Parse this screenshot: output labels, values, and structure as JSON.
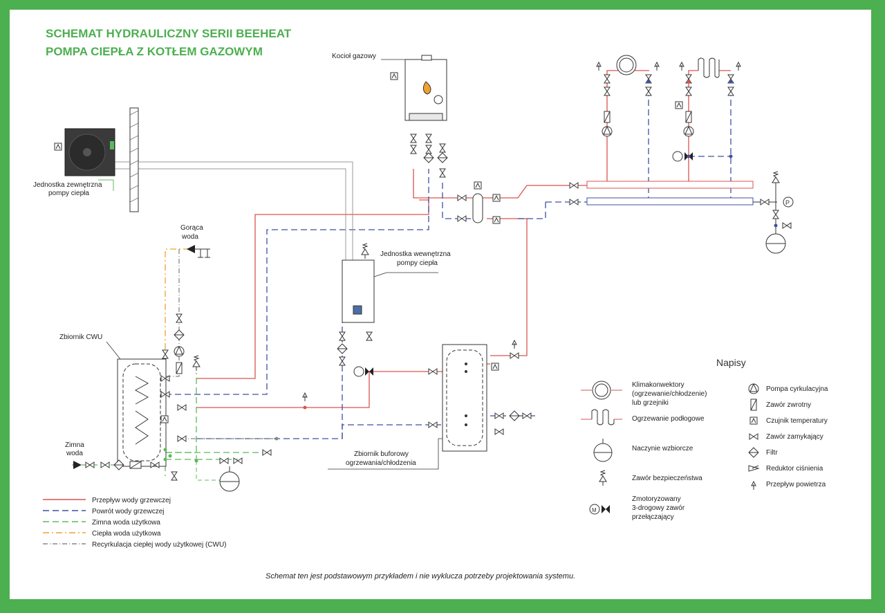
{
  "title": {
    "line1": "SCHEMAT HYDRAULICZNY SERII BEEHEAT",
    "line2": "POMPA CIEPŁA Z KOTŁEM GAZOWYM"
  },
  "colors": {
    "frame": "#4caf50",
    "title": "#4caf50",
    "heating_supply": "#d9534f",
    "heating_return": "#3f4fa0",
    "cold_water": "#5cb85c",
    "hot_water": "#f0a030",
    "recirculation": "#888888"
  },
  "labels": {
    "gas_boiler": "Kocioł gazowy",
    "outdoor_unit_1": "Jednostka zewnętrzna",
    "outdoor_unit_2": "pompy ciepła",
    "hot_water_1": "Gorąca",
    "hot_water_2": "woda",
    "indoor_unit_1": "Jednostka wewnętrzna",
    "indoor_unit_2": "pompy ciepła",
    "dhw_tank": "Zbiornik CWU",
    "cold_water_1": "Zimna",
    "cold_water_2": "woda",
    "buffer_tank_1": "Zbiornik buforowy",
    "buffer_tank_2": "ogrzewania/chłodzenia"
  },
  "line_legend": [
    {
      "label": "Przepływ wody grzewczej",
      "color": "#d9534f",
      "dash": ""
    },
    {
      "label": "Powrót wody grzewczej",
      "color": "#3f4fa0",
      "dash": "9 5"
    },
    {
      "label": "Zimna woda użytkowa",
      "color": "#5cb85c",
      "dash": "9 5"
    },
    {
      "label": "Ciepła woda użytkowa",
      "color": "#f0a030",
      "dash": "9 4 2 4"
    },
    {
      "label": "Recyrkulacja ciepłej wody użytkowej (CWU)",
      "color": "#888888",
      "dash": "7 3 1 3"
    }
  ],
  "symbol_legend": {
    "header": "Napisy",
    "left": [
      {
        "lines": [
          "Klimakonwektory",
          "(ogrzewanie/chłodzenie)",
          "lub grzejniki"
        ],
        "icon": "fan-coil-icon"
      },
      {
        "lines": [
          "Ogrzewanie podłogowe"
        ],
        "icon": "floor-heating-icon"
      },
      {
        "lines": [
          "Naczynie wzbiorcze"
        ],
        "icon": "expansion-vessel-icon"
      },
      {
        "lines": [
          "Zawór bezpieczeństwa"
        ],
        "icon": "safety-valve-icon"
      },
      {
        "lines": [
          "Zmotoryzowany",
          "3-drogowy zawór",
          "przełączający"
        ],
        "icon": "three-way-valve-icon"
      }
    ],
    "right": [
      {
        "label": "Pompa cyrkulacyjna",
        "icon": "circulation-pump-icon"
      },
      {
        "label": "Zawór zwrotny",
        "icon": "check-valve-icon"
      },
      {
        "label": "Czujnik temperatury",
        "icon": "temperature-sensor-icon"
      },
      {
        "label": "Zawór zamykający",
        "icon": "shutoff-valve-icon"
      },
      {
        "label": "Filtr",
        "icon": "filter-icon"
      },
      {
        "label": "Reduktor ciśnienia",
        "icon": "pressure-reducer-icon"
      },
      {
        "label": "Przepływ powietrza",
        "icon": "air-vent-icon"
      }
    ]
  },
  "footer_note": "Schemat ten jest podstawowym przykładem i nie wyklucza potrzeby projektowania systemu."
}
